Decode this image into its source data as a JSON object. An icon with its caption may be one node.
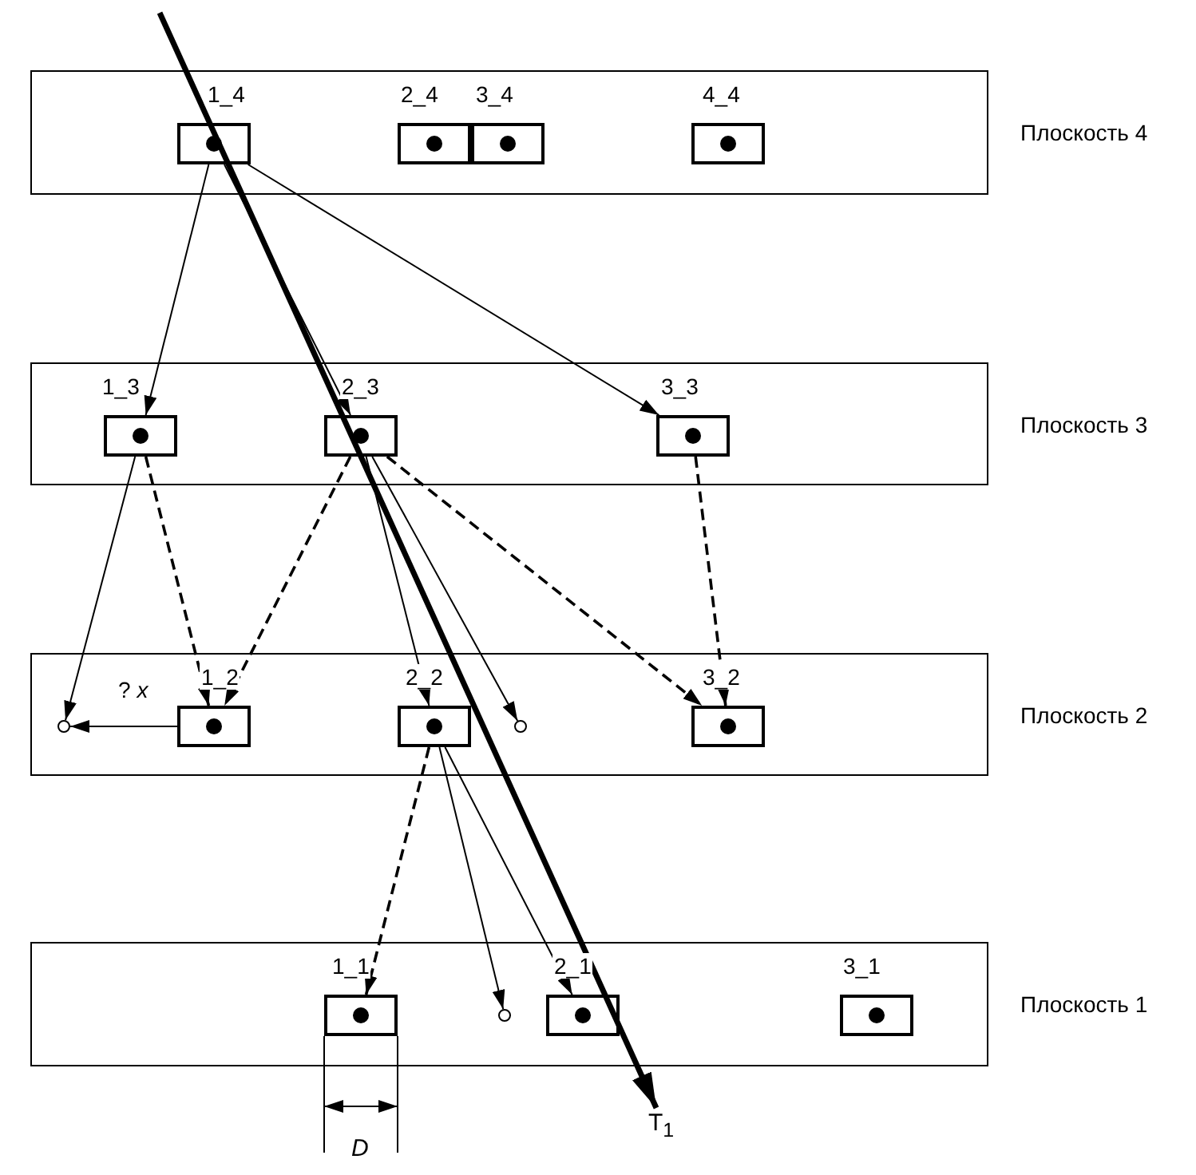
{
  "diagram": {
    "nodes": [
      {
        "text": [
          "Плоскость 4"
        ]
      },
      {
        "text": [
          "1_4"
        ],
        "in": 0
      },
      {
        "text": [
          "2_4"
        ],
        "in": 0
      },
      {
        "text": [
          "3_4"
        ],
        "in": 0
      },
      {
        "text": [
          "4_4"
        ],
        "in": 0
      },
      {
        "text": [
          "Плоскость 3"
        ]
      },
      {
        "text": [
          "1_3"
        ],
        "in": 5
      },
      {
        "text": [
          "2_3"
        ],
        "in": 5
      },
      {
        "text": [
          "3_3"
        ],
        "in": 5
      },
      {
        "text": [
          "Плоскость 2"
        ]
      },
      {
        "text": [],
        "shape": "circle",
        "in": 9
      },
      {
        "text": [
          "1_2"
        ],
        "in": 9
      },
      {
        "text": [
          "2_2"
        ],
        "in": 9
      },
      {
        "text": [],
        "shape": "circle",
        "in": 9
      },
      {
        "text": [
          "3_2"
        ],
        "in": 9
      },
      {
        "text": [
          "Плоскость 1"
        ]
      },
      {
        "text": [
          "1_1"
        ],
        "in": 15
      },
      {
        "text": [],
        "shape": "circle",
        "in": 15
      },
      {
        "text": [
          "2_1"
        ],
        "in": 15
      },
      {
        "text": [
          "3_1"
        ],
        "in": 15
      },
      {
        "text": [
          "T$_{1}$"
        ]
      }
    ],
    "edges": [
      {
        "from": 1,
        "to": 6,
        "arrow": "to"
      },
      {
        "from": 1,
        "to": 7,
        "arrow": "to"
      },
      {
        "from": 1,
        "to": 8,
        "arrow": "to"
      },
      {
        "from": 6,
        "to": 10,
        "arrow": "to"
      },
      {
        "from": 6,
        "to": 11,
        "arrow": "to",
        "style": "dashed"
      },
      {
        "from": 7,
        "to": 11,
        "arrow": "to",
        "style": "dashed"
      },
      {
        "from": 7,
        "to": 12,
        "arrow": "to"
      },
      {
        "from": 7,
        "to": 13,
        "arrow": "to"
      },
      {
        "from": 7,
        "to": 14,
        "arrow": "to",
        "style": "dashed"
      },
      {
        "from": 8,
        "to": 14,
        "arrow": "to",
        "style": "dashed"
      },
      {
        "from": 11,
        "to": 10,
        "arrow": "to",
        "label": "? *x*"
      },
      {
        "from": 12,
        "to": 16,
        "arrow": "to",
        "style": "dashed"
      },
      {
        "from": 12,
        "to": 17,
        "arrow": "to"
      },
      {
        "from": 12,
        "to": 18,
        "arrow": "to"
      },
      {
        "from": null,
        "to": 20,
        "arrow": "to",
        "style": "thick"
      }
    ],
    "labels": [
      "D"
    ]
  }
}
